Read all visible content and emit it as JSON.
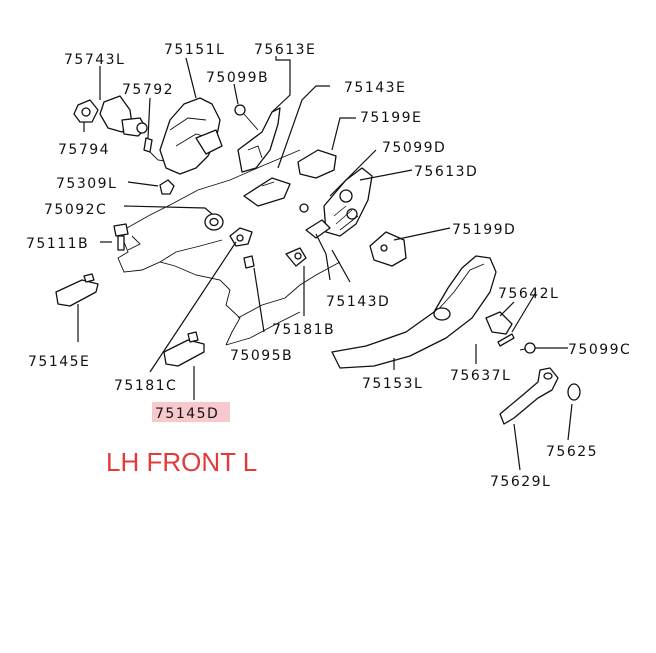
{
  "labels": {
    "l75743L": "75743L",
    "l75151L": "75151L",
    "l75613E": "75613E",
    "l75792": "75792",
    "l75099B": "75099B",
    "l75143E": "75143E",
    "l75794": "75794",
    "l75199E": "75199E",
    "l75099D": "75099D",
    "l75309L": "75309L",
    "l75613D": "75613D",
    "l75092C": "75092C",
    "l75199D": "75199D",
    "l75111B": "75111B",
    "l75642L": "75642L",
    "l75143D": "75143D",
    "l75181B": "75181B",
    "l75099C": "75099C",
    "l75145E": "75145E",
    "l75095B": "75095B",
    "l75153L": "75153L",
    "l75637L": "75637L",
    "l75181C": "75181C",
    "l75145D": "75145D",
    "l75625": "75625",
    "l75629L": "75629L"
  },
  "caption": "LH FRONT L",
  "colors": {
    "caption": "#e23a3a",
    "highlight": "#f7c9cc",
    "line": "#111111"
  }
}
